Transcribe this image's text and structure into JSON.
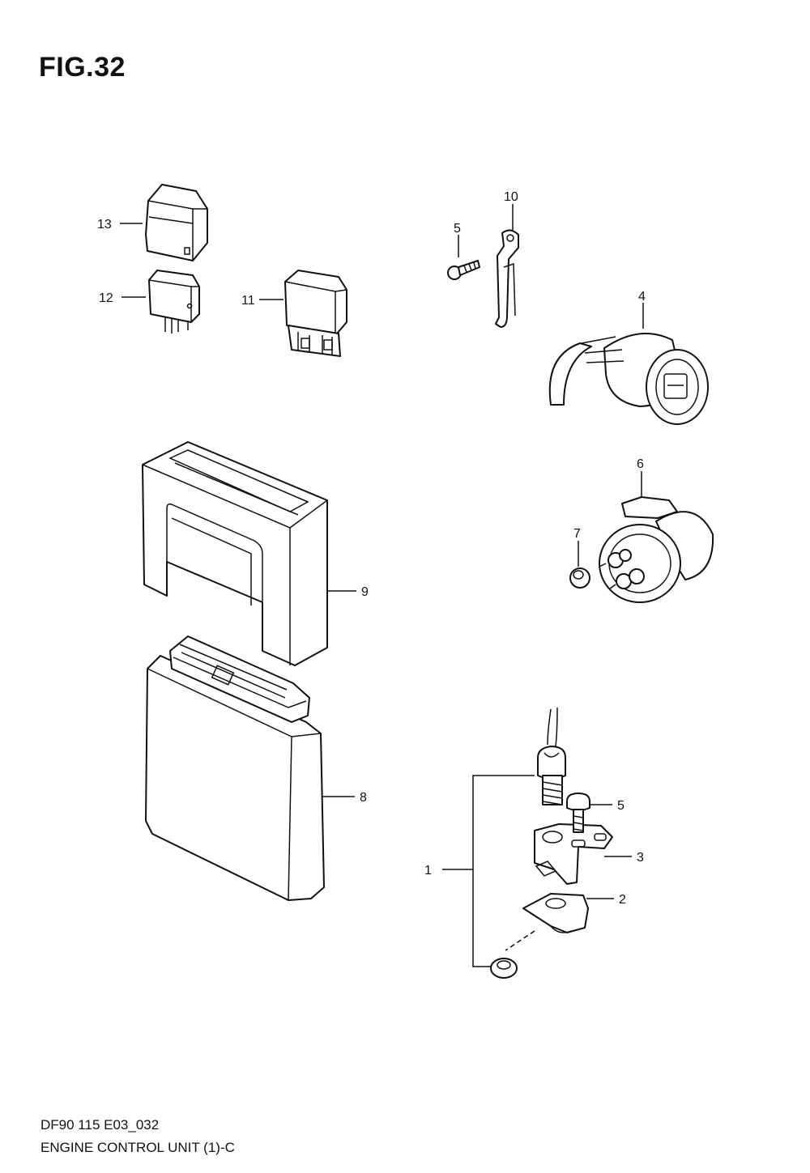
{
  "figure": {
    "title": "FIG.32"
  },
  "footer": {
    "code": "DF90 115 E03_032",
    "name": "ENGINE CONTROL UNIT (1)-C"
  },
  "callouts": {
    "p1": "1",
    "p2": "2",
    "p3": "3",
    "p4": "4",
    "p5a": "5",
    "p5b": "5",
    "p6": "6",
    "p7": "7",
    "p8": "8",
    "p9": "9",
    "p10": "10",
    "p11": "11",
    "p12": "12",
    "p13": "13"
  }
}
